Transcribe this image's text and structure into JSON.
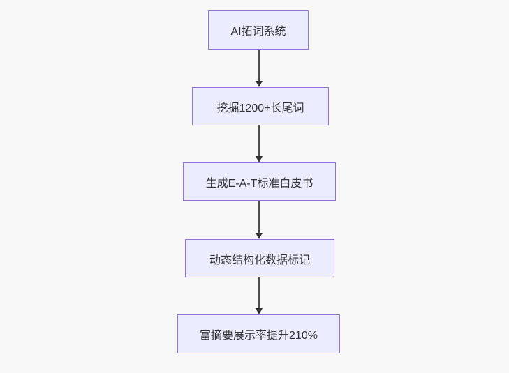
{
  "diagram": {
    "type": "flowchart",
    "direction": "top-down",
    "nodes": [
      {
        "id": "n1",
        "label": "AI拓词系统"
      },
      {
        "id": "n2",
        "label": "挖掘1200+长尾词"
      },
      {
        "id": "n3",
        "label": "生成E-A-T标准白皮书"
      },
      {
        "id": "n4",
        "label": "动态结构化数据标记"
      },
      {
        "id": "n5",
        "label": "富摘要展示率提升210%"
      }
    ],
    "edges": [
      {
        "from": "n1",
        "to": "n2",
        "arrow": "down"
      },
      {
        "from": "n2",
        "to": "n3",
        "arrow": "down"
      },
      {
        "from": "n3",
        "to": "n4",
        "arrow": "down"
      },
      {
        "from": "n4",
        "to": "n5",
        "arrow": "down"
      }
    ],
    "colors": {
      "background": "#f8f8f8",
      "node_fill": "#ECECFF",
      "node_border": "#9370DB",
      "node_text": "#333333",
      "edge_stroke": "#333333"
    }
  }
}
